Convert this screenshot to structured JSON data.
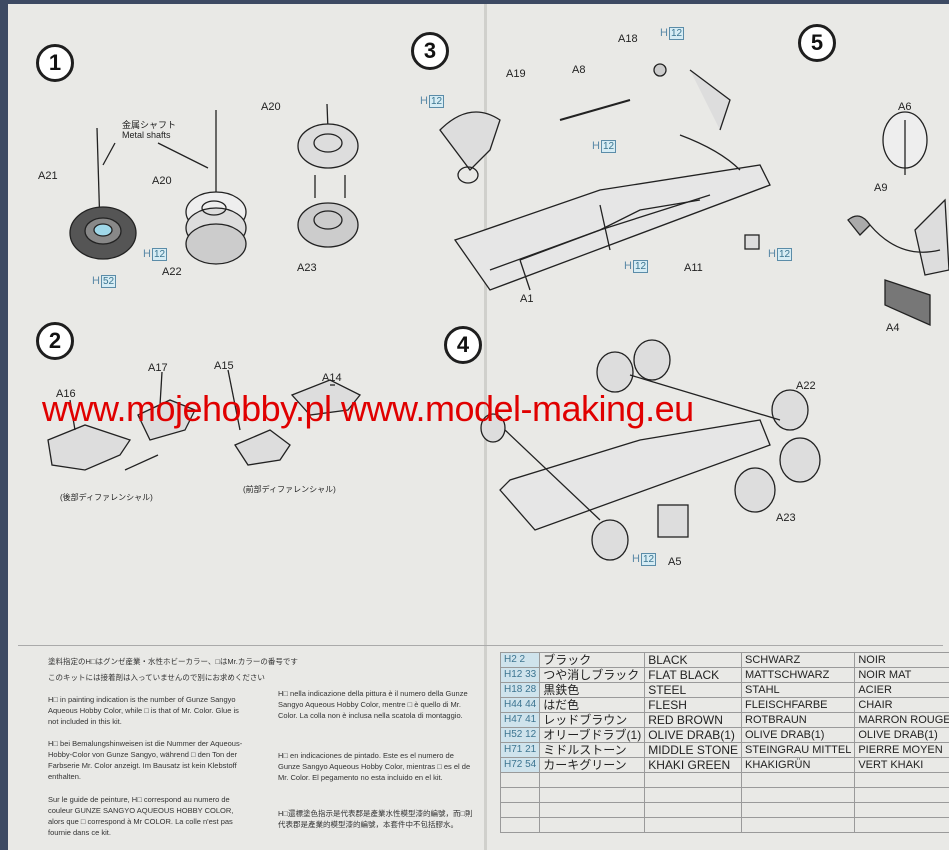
{
  "watermark": "www.mojehobby.pl www.model-making.eu",
  "steps": {
    "s1": "1",
    "s2": "2",
    "s3": "3",
    "s4": "4",
    "s5": "5"
  },
  "callouts": {
    "metal_jp": "金属シャフト",
    "metal_en": "Metal shafts",
    "a21": "A21",
    "a20a": "A20",
    "a20b": "A20",
    "a22a": "A22",
    "a23a": "A23",
    "a16": "A16",
    "a17": "A17",
    "a15": "A15",
    "a14": "A14",
    "rear_diff": "(後部ディファレンシャル)",
    "front_diff": "(前部ディファレンシャル)",
    "a19": "A19",
    "a8": "A8",
    "a18": "A18",
    "a1": "A1",
    "a11": "A11",
    "a6": "A6",
    "a9": "A9",
    "a4": "A4",
    "a22b": "A22",
    "a23b": "A23",
    "a5": "A5",
    "h": "H",
    "n12": "12",
    "n52": "52"
  },
  "notes": {
    "jp1": "塗料指定のH□はグンゼ産業・水性ホビーカラー、□はMr.カラーの番号です",
    "jp2": "このキットには接着剤は入っていませんので別にお求めください",
    "en": "H□ in painting indication is the number of Gunze Sangyo Aqueous Hobby Color, while □ is that of Mr. Color. Glue is not included in this kit.",
    "de": "H□ bei Bemalungshinweisen ist die Nummer der Aqueous-Hobby-Color von Gunze Sangyo, während □ den Ton der Farbserie Mr. Color anzeigt. Im Bausatz ist kein Klebstoff enthalten.",
    "fr": "Sur le guide de peinture, H□ correspond au numero de couleur GUNZE SANGYO AQUEOUS HOBBY COLOR, alors que □ correspond à Mr COLOR. La colle n'est pas fournie dans ce kit.",
    "it": "H□ nella indicazione della pittura è il numero della Gunze Sangyo Aqueous Hobby Color, mentre □ è quello di Mr. Color. La colla non è inclusa nella scatola di montaggio.",
    "es": "H□ en indicaciones de pintado. Este es el numero de Gunze Sangyo Aqueous Hobby Color, mientras □ es el de Mr. Color. El pegamento no esta incluido en el kit.",
    "cn": "H□還標塗色指示是代表郡是產業水性模型漆的編號，而□則代表郡是產業的模型漆的編號，本套件中不包括膠水。"
  },
  "color_table": [
    {
      "codes": "H2 2",
      "jp": "ブラック",
      "en": "BLACK",
      "de": "SCHWARZ",
      "fr": "NOIR"
    },
    {
      "codes": "H12 33",
      "jp": "つや消しブラック",
      "en": "FLAT BLACK",
      "de": "MATTSCHWARZ",
      "fr": "NOIR MAT"
    },
    {
      "codes": "H18 28",
      "jp": "黒鉄色",
      "en": "STEEL",
      "de": "STAHL",
      "fr": "ACIER"
    },
    {
      "codes": "H44 44",
      "jp": "はだ色",
      "en": "FLESH",
      "de": "FLEISCHFARBE",
      "fr": "CHAIR"
    },
    {
      "codes": "H47 41",
      "jp": "レッドブラウン",
      "en": "RED BROWN",
      "de": "ROTBRAUN",
      "fr": "MARRON ROUGE"
    },
    {
      "codes": "H52 12",
      "jp": "オリーブドラブ(1)",
      "en": "OLIVE DRAB(1)",
      "de": "OLIVE DRAB(1)",
      "fr": "OLIVE DRAB(1)"
    },
    {
      "codes": "H71 21",
      "jp": "ミドルストーン",
      "en": "MIDDLE STONE",
      "de": "STEINGRAU MITTEL",
      "fr": "PIERRE MOYEN"
    },
    {
      "codes": "H72 54",
      "jp": "カーキグリーン",
      "en": "KHAKI GREEN",
      "de": "KHAKIGRÜN",
      "fr": "VERT KHAKI"
    }
  ]
}
